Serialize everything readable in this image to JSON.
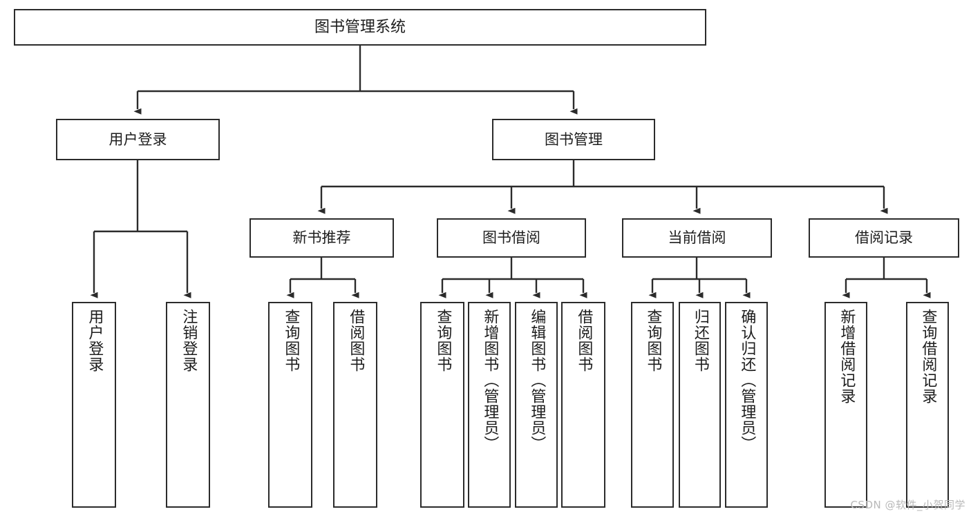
{
  "diagram": {
    "title_node": {
      "label": "图书管理系统"
    },
    "level1": [
      {
        "label": "用户登录"
      },
      {
        "label": "图书管理"
      }
    ],
    "level2": [
      {
        "label": "新书推荐"
      },
      {
        "label": "图书借阅"
      },
      {
        "label": "当前借阅"
      },
      {
        "label": "借阅记录"
      }
    ],
    "leaves_login": [
      {
        "label": "用户登录"
      },
      {
        "label": "注销登录"
      }
    ],
    "leaves_newbook": [
      {
        "label": "查询图书"
      },
      {
        "label": "借阅图书"
      }
    ],
    "leaves_borrow": [
      {
        "label": "查询图书"
      },
      {
        "label": "新增图书（管理员）"
      },
      {
        "label": "编辑图书（管理员）"
      },
      {
        "label": "借阅图书"
      }
    ],
    "leaves_current": [
      {
        "label": "查询图书"
      },
      {
        "label": "归还图书"
      },
      {
        "label": "确认归还（管理员）"
      }
    ],
    "leaves_record": [
      {
        "label": "新增借阅记录"
      },
      {
        "label": "查询借阅记录"
      }
    ],
    "watermark": "CSDN @软件_小贺同学",
    "colors": {
      "stroke": "#2b2b2b",
      "text": "#1d1d1d",
      "background": "#ffffff",
      "watermark": "#b9b9b9"
    }
  }
}
